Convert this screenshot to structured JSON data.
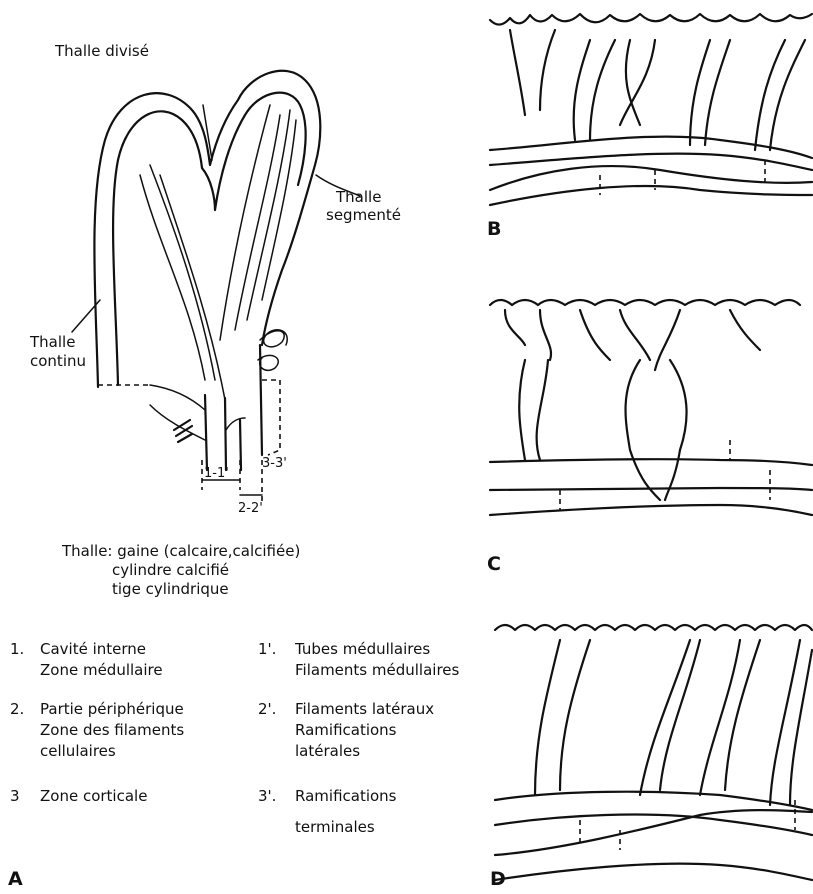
{
  "panelA": {
    "letter": "A",
    "callouts": {
      "divided": "Thalle divisé",
      "segmented_1": "Thalle",
      "segmented_2": "segmenté",
      "continuous_1": "Thalle",
      "continuous_2": "continu"
    },
    "zones": {
      "z1": "1-1'",
      "z2": "2-2'",
      "z3": "3-3'"
    },
    "thalle_terms": {
      "line1": "Thalle: gaine (calcaire,calcifiée)",
      "line2": "cylindre calcifié",
      "line3": "tige cylindrique"
    },
    "legend_left": [
      {
        "num": "1.",
        "lines": [
          "Cavité interne",
          "Zone médullaire"
        ]
      },
      {
        "num": "2.",
        "lines": [
          "Partie périphérique",
          "Zone des filaments",
          "cellulaires"
        ]
      },
      {
        "num": "3",
        "lines": [
          "Zone corticale"
        ]
      }
    ],
    "legend_right": [
      {
        "num": "1'.",
        "lines": [
          "Tubes médullaires",
          "Filaments médullaires"
        ]
      },
      {
        "num": "2'.",
        "lines": [
          "Filaments latéraux",
          "Ramifications",
          "latérales"
        ]
      },
      {
        "num": "3'.",
        "lines": [
          "Ramifications",
          "terminales"
        ]
      }
    ]
  },
  "panelB": {
    "letter": "B"
  },
  "panelC": {
    "letter": "C"
  },
  "panelD": {
    "letter": "D"
  }
}
